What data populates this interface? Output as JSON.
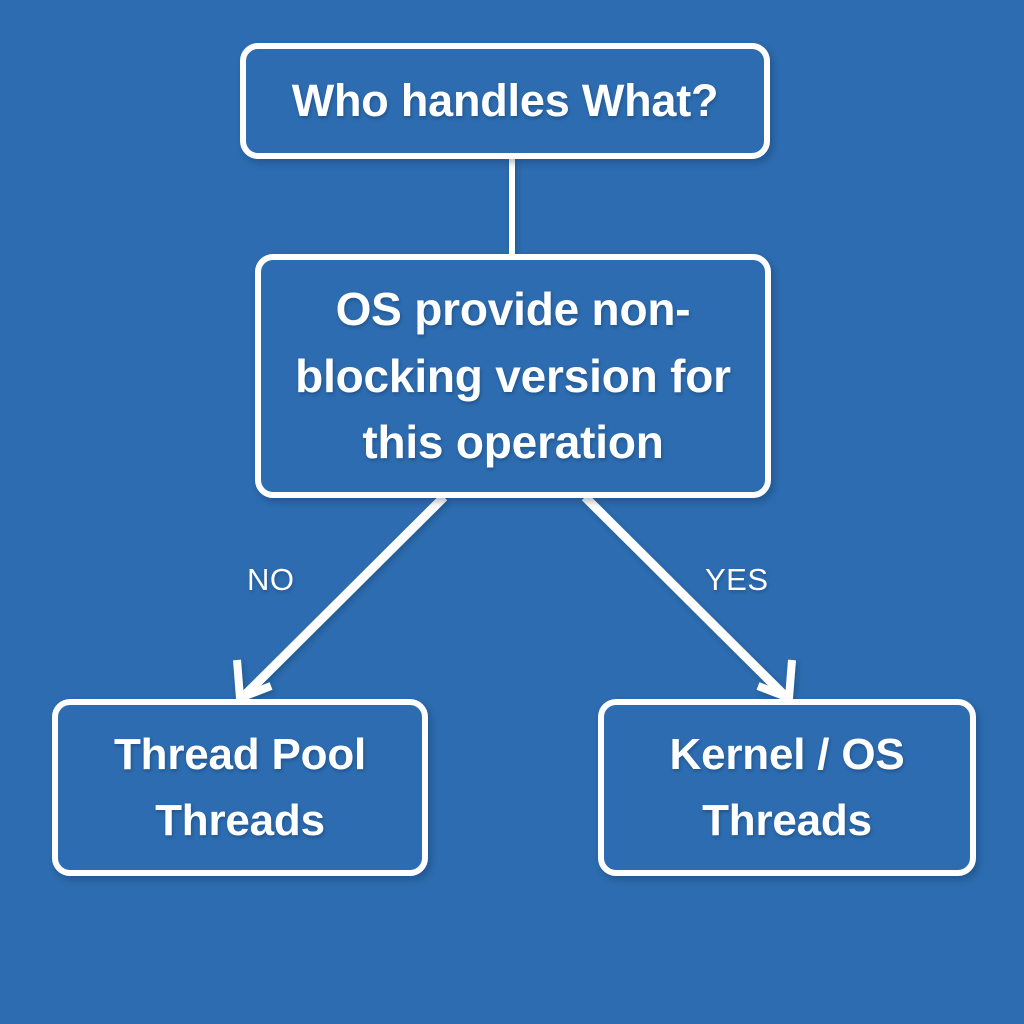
{
  "diagram": {
    "type": "flowchart",
    "title": "Who handles What?",
    "background_color": "#2d6cb0",
    "stroke_color": "#ffffff",
    "text_color": "#ffffff",
    "nodes": [
      {
        "id": "root",
        "label": "Who handles What?",
        "shape": "rounded-rectangle"
      },
      {
        "id": "decision",
        "label": "OS provide non-blocking version for this operation",
        "line1": "OS provide non-",
        "line2": "blocking version for",
        "line3": "this operation",
        "shape": "rounded-rectangle"
      },
      {
        "id": "threadpool",
        "label": "Thread Pool Threads",
        "line1": "Thread Pool",
        "line2": "Threads",
        "shape": "rounded-rectangle"
      },
      {
        "id": "kernel",
        "label": "Kernel / OS Threads",
        "line1": "Kernel / OS",
        "line2": "Threads",
        "shape": "rounded-rectangle"
      }
    ],
    "edges": [
      {
        "id": "root-to-decision",
        "from": "root",
        "to": "decision",
        "label": "",
        "arrow": false
      },
      {
        "id": "decision-to-threadpool",
        "from": "decision",
        "to": "threadpool",
        "label": "NO",
        "arrow": true
      },
      {
        "id": "decision-to-kernel",
        "from": "decision",
        "to": "kernel",
        "label": "YES",
        "arrow": true
      }
    ]
  }
}
